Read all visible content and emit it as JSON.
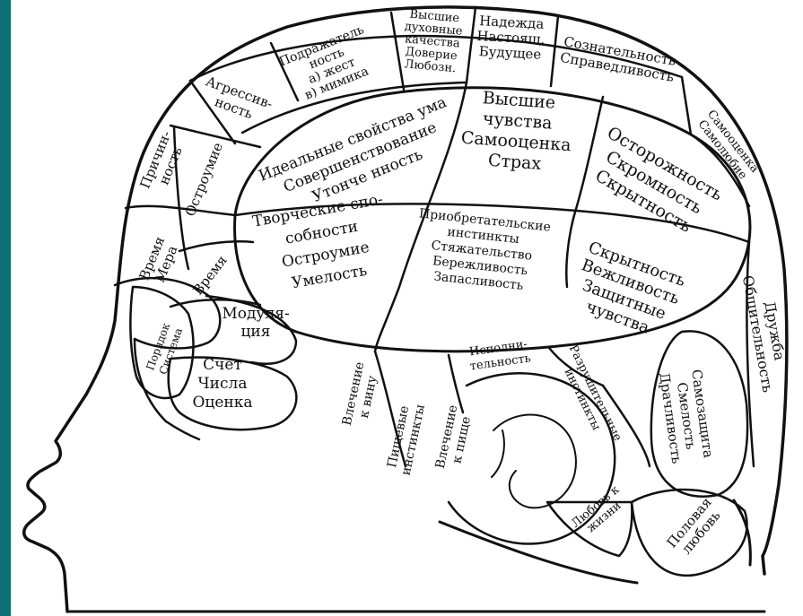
{
  "colors": {
    "side_bar": "#0f6e73",
    "ink": "#111111",
    "paper": "#ffffff"
  },
  "regions": {
    "podrazhatelnost": [
      "Подражатель",
      "ность",
      "а) жест",
      "в) мимика"
    ],
    "vysshie_dukhovnye": [
      "Высшие",
      "духовные",
      "качества",
      "Доверие",
      "Любозн."
    ],
    "nadezhda": [
      "Надежда",
      "Настоящ.",
      "Будущее"
    ],
    "soznatelnost": [
      "Сознательность",
      "Справедливость"
    ],
    "samootsenka_top": [
      "Самооценка",
      "Самолюбие"
    ],
    "agressivnost": [
      "Агрессив-",
      "ность"
    ],
    "idealnye": [
      "Идеальные свойства ума",
      "Совершенствование",
      "Утонче нность"
    ],
    "vysshie_chuvstva": [
      "Высшие",
      "чувства",
      "Самооценка",
      "Страх"
    ],
    "ostorozhnost": [
      "Осторожность",
      "Скромность",
      "Скрытность"
    ],
    "prichinnost": [
      "Причин-",
      "ность"
    ],
    "ostroumie_left": [
      "Остроумие"
    ],
    "tvorcheskie": [
      "Творческие спо-",
      "собности",
      "Остроумие",
      "Умелость"
    ],
    "priobretatelskie": [
      "Приобретательские",
      "инстинкты",
      "Стяжательство",
      "Бережливость",
      "Запасливость"
    ],
    "skrytnost": [
      "Скрытность",
      "Вежливость",
      "Защитные",
      "чувства"
    ],
    "druzhba": [
      "Дружба",
      "Общительность"
    ],
    "vremya_mera": [
      "Время",
      "Мера"
    ],
    "vremya": [
      "Время"
    ],
    "modulyatsiya": [
      "Модуля-",
      "ция"
    ],
    "poryadok": [
      "Порядок",
      "Система"
    ],
    "schet": [
      "Счет",
      "Числа",
      "Оценка"
    ],
    "ispolnitelnost": [
      "Исполни-",
      "тельность"
    ],
    "razrushitelnye": [
      "Разрушительные",
      "инстинкты"
    ],
    "samozashchita": [
      "Самозащита",
      "Смелость",
      "Драчливость"
    ],
    "vlechenie_vinu": [
      "Влечение",
      "к вину"
    ],
    "pishchevye": [
      "Пищевые",
      "инстинкты"
    ],
    "vlechenie_pishche": [
      "Влечение",
      "к пище"
    ],
    "lyubov_zhizni": [
      "Любовь к",
      "жизни"
    ],
    "polovaya": [
      "Половая",
      "любовь"
    ]
  }
}
